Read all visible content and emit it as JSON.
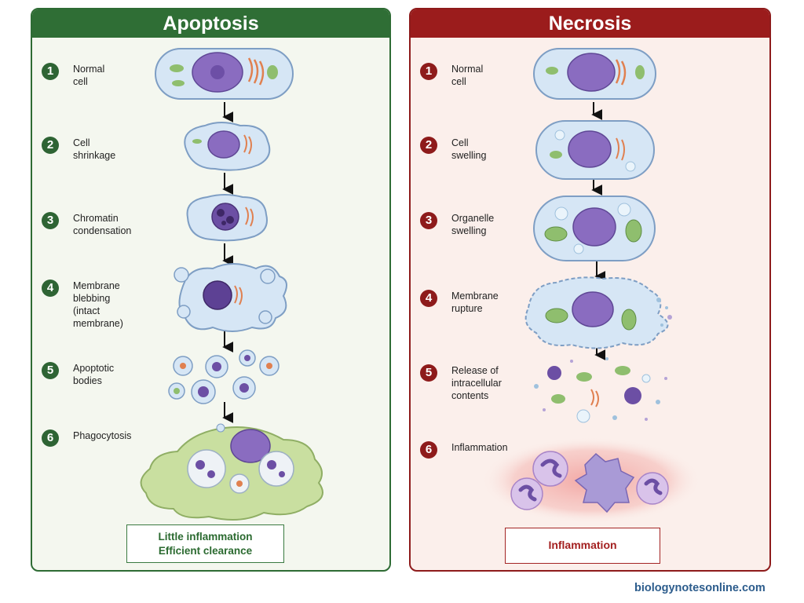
{
  "apoptosis": {
    "title": "Apoptosis",
    "steps": [
      {
        "num": "1",
        "label": "Normal\ncell"
      },
      {
        "num": "2",
        "label": "Cell\nshrinkage"
      },
      {
        "num": "3",
        "label": "Chromatin\ncondensation"
      },
      {
        "num": "4",
        "label": "Membrane\nblebbing\n(intact\nmembrane)"
      },
      {
        "num": "5",
        "label": "Apoptotic\nbodies"
      },
      {
        "num": "6",
        "label": "Phagocytosis"
      }
    ],
    "outcome": {
      "line1": "Little inflammation",
      "line2": "Efficient clearance"
    }
  },
  "necrosis": {
    "title": "Necrosis",
    "steps": [
      {
        "num": "1",
        "label": "Normal\ncell"
      },
      {
        "num": "2",
        "label": "Cell\nswelling"
      },
      {
        "num": "3",
        "label": "Organelle\nswelling"
      },
      {
        "num": "4",
        "label": "Membrane\nrupture"
      },
      {
        "num": "5",
        "label": "Release of\nintracellular\ncontents"
      },
      {
        "num": "6",
        "label": "Inflammation"
      }
    ],
    "outcome": {
      "line1": "Inflammation"
    }
  },
  "credit": "biologynotesonline.com",
  "colors": {
    "apoptosis_accent": "#2f6e35",
    "necrosis_accent": "#9b1c1c",
    "nucleus": "#8a6cc0",
    "cytoplasm": "#cfe0f2",
    "phagocyte": "#c9dfa0",
    "inflammation": "#f3b3b0",
    "credit": "#2c5c8c"
  }
}
